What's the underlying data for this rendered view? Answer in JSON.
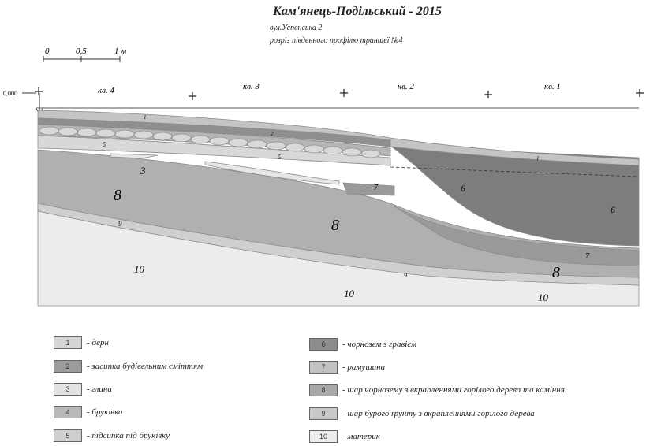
{
  "header": {
    "title": "Кам'янець-Подільський - 2015",
    "street": "вул.Успенська 2",
    "caption": "розріз південного профілю траншеї №4"
  },
  "scale_bar": {
    "ticks": [
      "0",
      "0,5",
      "1 м"
    ]
  },
  "datum_label": "0,000",
  "quadrants": [
    "кв. 4",
    "кв. 3",
    "кв. 2",
    "кв. 1"
  ],
  "layer_labels": {
    "l1a": "1",
    "l1b": "1",
    "l2": "2",
    "l3": "3",
    "l5a": "5",
    "l5b": "5",
    "l6a": "6",
    "l6b": "6",
    "l7a": "7",
    "l7b": "7",
    "l8a": "8",
    "l8b": "8",
    "l8c": "8",
    "l9a": "9",
    "l9b": "9",
    "l10a": "10",
    "l10b": "10",
    "l10c": "10"
  },
  "legend": [
    {
      "num": "1",
      "label": "- дерн",
      "color": "#d6d6d6"
    },
    {
      "num": "2",
      "label": "- засипка будівельним сміттям",
      "color": "#9c9c9c"
    },
    {
      "num": "3",
      "label": "- глина",
      "color": "#e2e2e2"
    },
    {
      "num": "4",
      "label": "- бруківка",
      "color": "#b9b9b9"
    },
    {
      "num": "5",
      "label": "- підсипка під бруківку",
      "color": "#cfcfcf"
    },
    {
      "num": "6",
      "label": "- чорнозем з гравієм",
      "color": "#8c8c8c"
    },
    {
      "num": "7",
      "label": "- рамушина",
      "color": "#c2c2c2"
    },
    {
      "num": "8",
      "label": "- шар чорнозему з вкрапленнями горілого дерева та каміння",
      "color": "#a8a8a8"
    },
    {
      "num": "9",
      "label": "- шар бурого ґрунту з вкрапленнями горілого дерева",
      "color": "#c9c9c9"
    },
    {
      "num": "10",
      "label": "- материк",
      "color": "#ececec"
    }
  ]
}
